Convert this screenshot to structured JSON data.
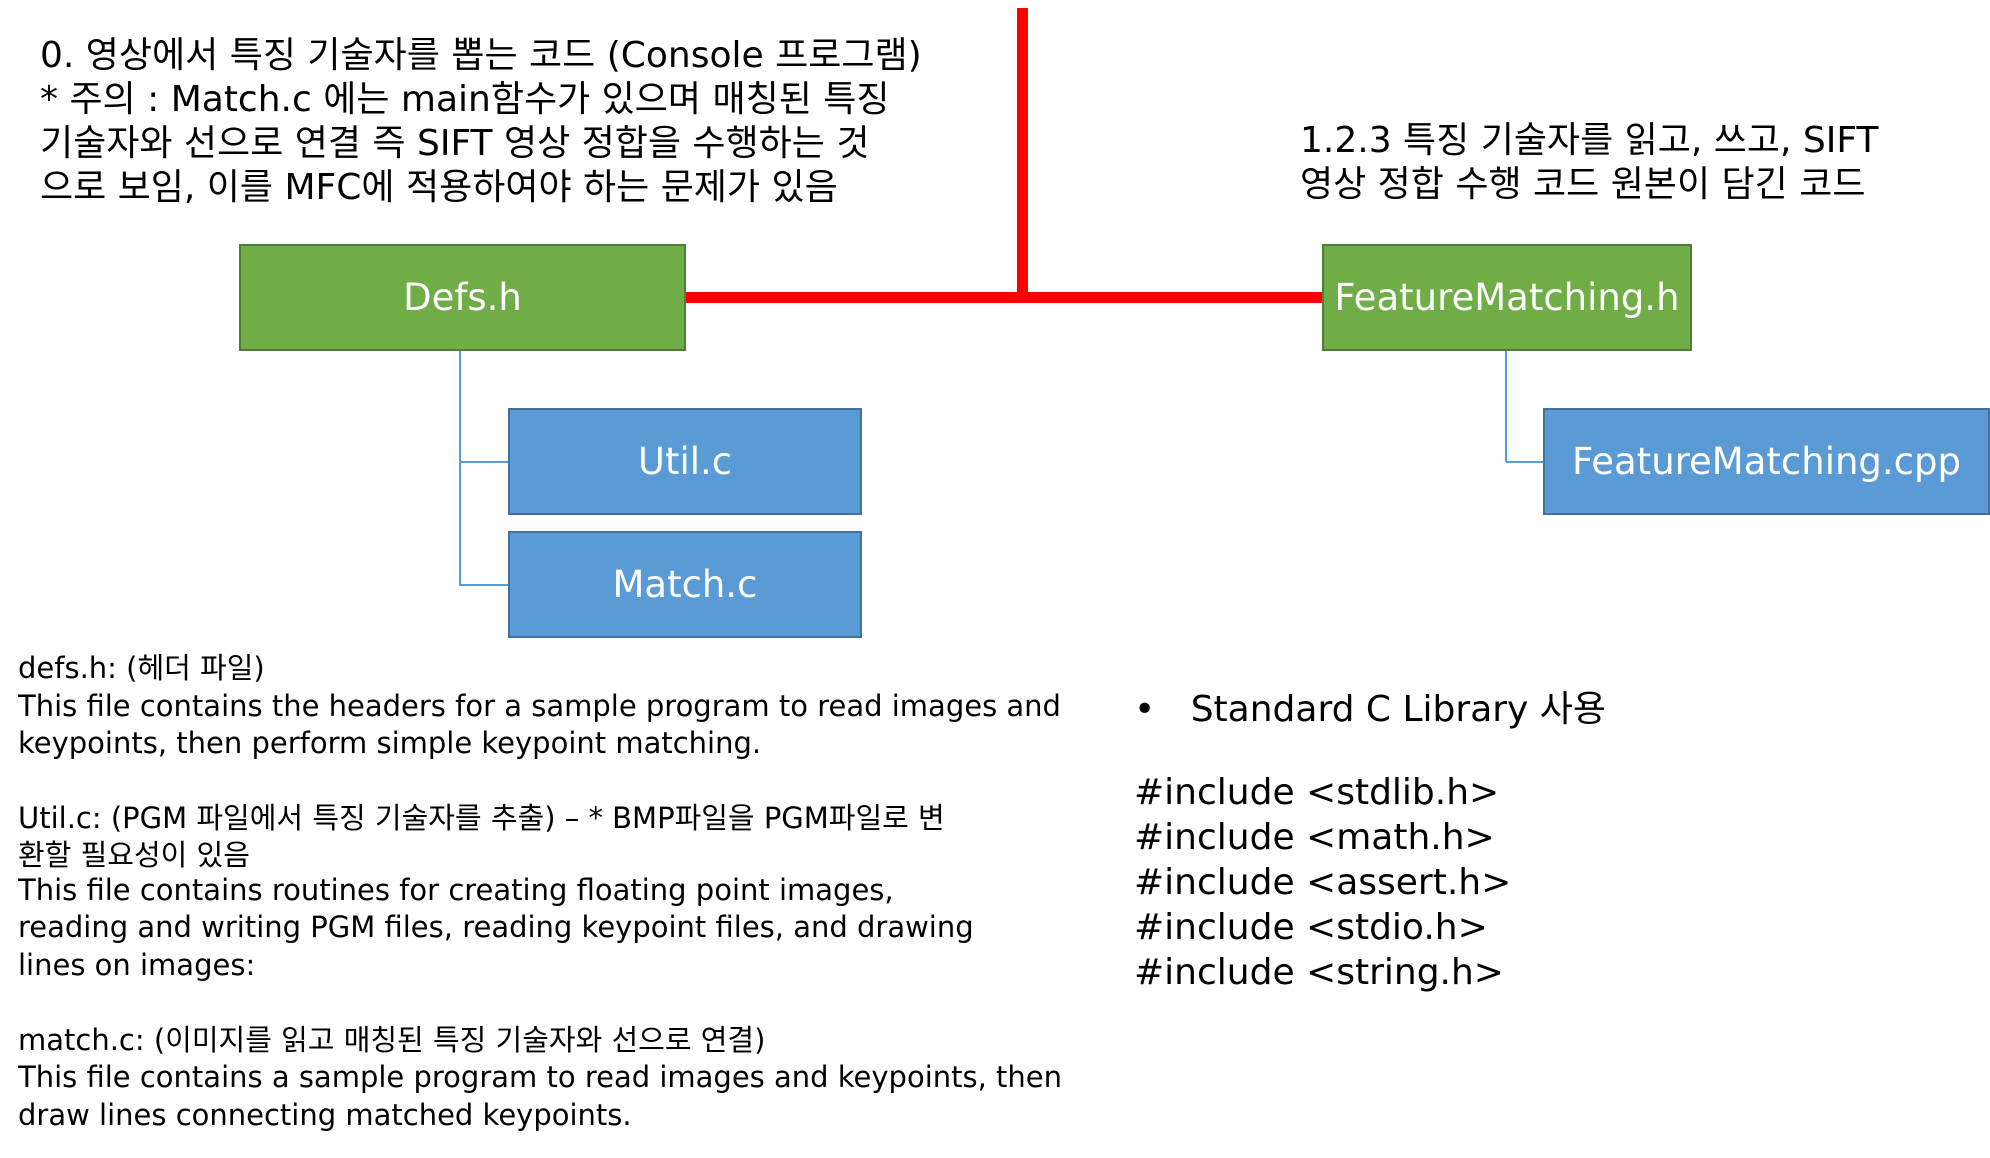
{
  "headings": {
    "left": [
      "0. 영상에서 특징 기술자를 뽑는 코드 (Console 프로그램)",
      " * 주의 : Match.c 에는 main함수가 있으며 매칭된 특징",
      "기술자와 선으로 연결 즉 SIFT 영상 정합을 수행하는 것",
      "으로 보임, 이를 MFC에 적용하여야 하는 문제가 있음"
    ],
    "right": [
      "1.2.3 특징 기술자를 읽고, 쓰고, SIFT",
      "영상 정합 수행 코드 원본이 담긴 코드"
    ]
  },
  "diagram": {
    "nodes": {
      "defs_h": "Defs.h",
      "util_c": "Util.c",
      "match_c": "Match.c",
      "feature_matching_h": "FeatureMatching.h",
      "feature_matching_cpp": "FeatureMatching.cpp"
    },
    "colors": {
      "header_node": "#70ad47",
      "source_node": "#5b9bd5",
      "main_connector": "#ff0000",
      "branch_connector": "#5b9bd5"
    }
  },
  "description": {
    "lines": [
      "defs.h: (헤더 파일)",
      "This file contains the headers for a sample program to read images and",
      "keypoints, then perform simple keypoint matching.",
      "",
      "Util.c: (PGM 파일에서 특징 기술자를 추출) – * BMP파일을 PGM파일로 변",
      "환할 필요성이 있음",
      "This file contains routines for creating floating point images,",
      "reading and writing PGM files, reading keypoint files, and drawing",
      "lines on images:",
      "",
      "match.c: (이미지를 읽고 매칭된 특징 기술자와 선으로 연결)",
      "This file contains a sample program to read images and keypoints, then",
      "draw lines connecting matched keypoints."
    ]
  },
  "library": {
    "bullet": "•",
    "title": "Standard C Library 사용",
    "includes": [
      "#include <stdlib.h>",
      "#include <math.h>",
      "#include <assert.h>",
      "#include <stdio.h>",
      "#include <string.h>"
    ]
  }
}
